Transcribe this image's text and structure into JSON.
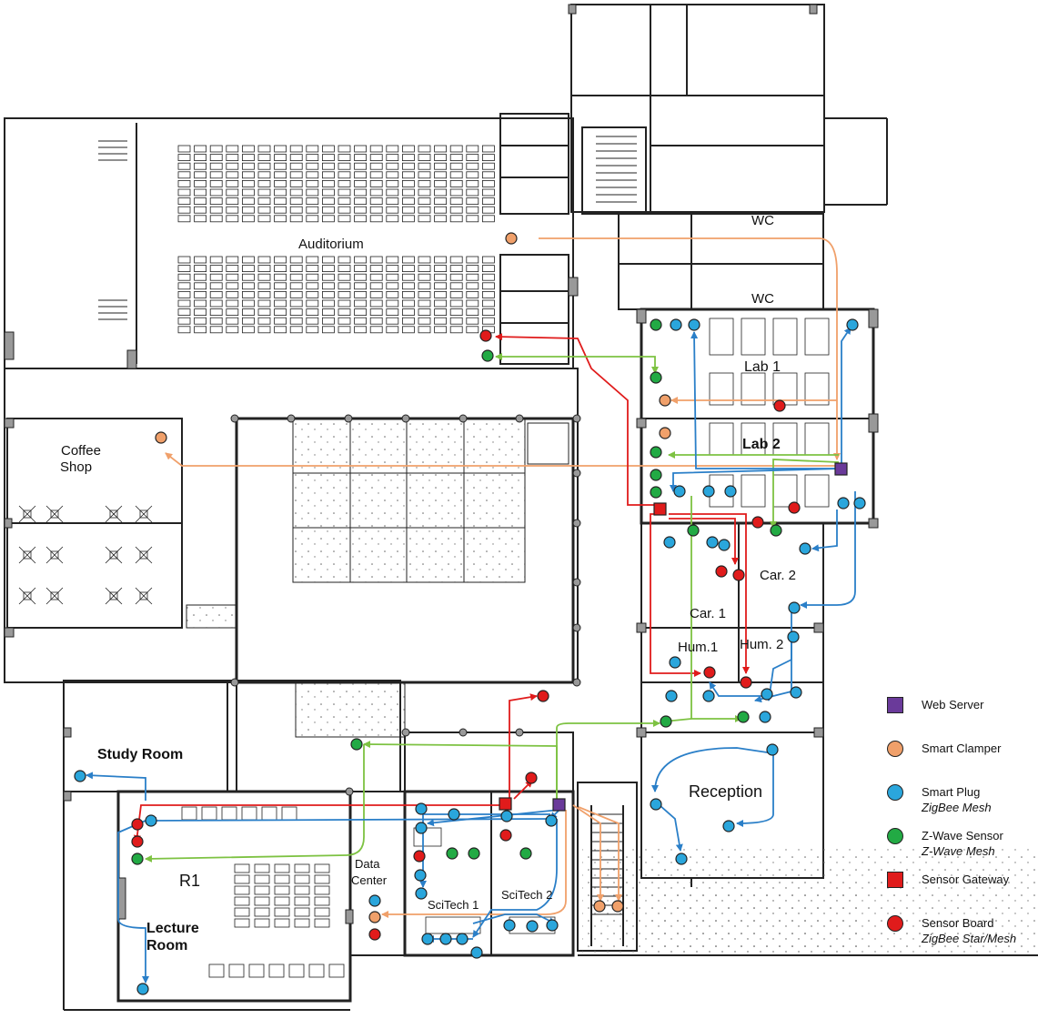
{
  "rooms": {
    "auditorium": "Auditorium",
    "coffee_shop_1": "Coffee",
    "coffee_shop_2": "Shop",
    "wc_top": "WC",
    "wc_bottom": "WC",
    "lab1": "Lab 1",
    "lab2": "Lab 2",
    "car1": "Car. 1",
    "car2": "Car. 2",
    "hum1": "Hum.1",
    "hum2": "Hum. 2",
    "reception": "Reception",
    "study_room": "Study Room",
    "r1": "R1",
    "lecture_room_1": "Lecture",
    "lecture_room_2": "Room",
    "data_center_1": "Data",
    "data_center_2": "Center",
    "scitech1": "SciTech 1",
    "scitech2": "SciTech 2"
  },
  "legend": [
    {
      "label": "Web Server",
      "sub": "",
      "shape": "square",
      "color": "#6a3a9a"
    },
    {
      "label": "Smart Clamper",
      "sub": "",
      "shape": "circle",
      "color": "#f0a06a"
    },
    {
      "label": "Smart Plug",
      "sub": "ZigBee Mesh",
      "shape": "circle",
      "color": "#2aa6dc"
    },
    {
      "label": "Z-Wave Sensor",
      "sub": "Z-Wave Mesh",
      "shape": "circle",
      "color": "#22aa44"
    },
    {
      "label": "Sensor Gateway",
      "sub": "",
      "shape": "square",
      "color": "#e01b1b"
    },
    {
      "label": "Sensor Board",
      "sub": "ZigBee Star/Mesh",
      "shape": "circle",
      "color": "#e01b1b"
    }
  ],
  "colors": {
    "blue": "#2a7fc8",
    "plug": "#2aa6dc",
    "green": "#7dc242",
    "zwave": "#22aa44",
    "orange": "#f0a06a",
    "red": "#e01b1b",
    "purple": "#6a3a9a",
    "wall": "#222222"
  }
}
